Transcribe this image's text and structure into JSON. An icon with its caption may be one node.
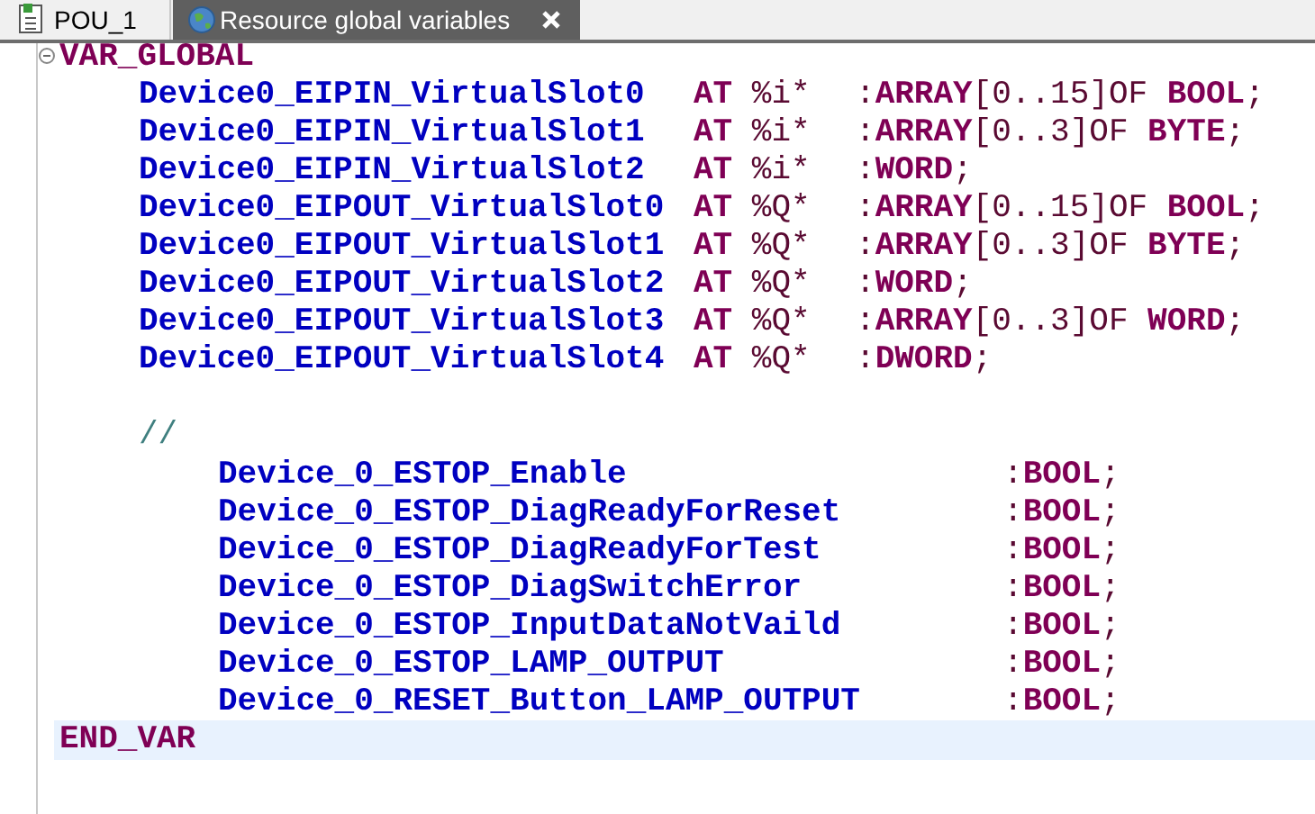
{
  "diagram": {
    "labels": [
      "POU_1",
      "Resource global variables",
      "VAR_GLOBAL",
      "Device0_EIPIN_VirtualSlot0",
      "**AT** %i*",
      ":**ARRAY**[0..15]OF **BOOL**;",
      "Device0_EIPIN_VirtualSlot1",
      "**AT** %i*",
      ":**ARRAY**[0..3]OF **BYTE**;",
      "Device0_EIPIN_VirtualSlot2",
      "**AT** %i*",
      ":**WORD**;",
      "Device0_EIPOUT_VirtualSlot0",
      "**AT** %Q*",
      ":**ARRAY**[0..15]OF **BOOL**;",
      "Device0_EIPOUT_VirtualSlot1",
      "**AT** %Q*",
      ":**ARRAY**[0..3]OF **BYTE**;",
      "Device0_EIPOUT_VirtualSlot2",
      "**AT** %Q*",
      ":**WORD**;",
      "Device0_EIPOUT_VirtualSlot3",
      "**AT** %Q*",
      ":**ARRAY**[0..3]OF **WORD**;",
      "Device0_EIPOUT_VirtualSlot4",
      "**AT** %Q*",
      ":**DWORD**;",
      "//",
      "Device_0_ESTOP_Enable",
      ":**BOOL**;",
      "Device_0_ESTOP_DiagReadyForReset",
      ":**BOOL**;",
      "Device_0_ESTOP_DiagReadyForTest",
      ":**BOOL**;",
      "Device_0_ESTOP_DiagSwitchError",
      ":**BOOL**;",
      "Device_0_ESTOP_InputDataNotVaild",
      ":**BOOL**;",
      "Device_0_ESTOP_LAMP_OUTPUT",
      ":**BOOL**;",
      "Device_0_RESET_Button_LAMP_OUTPUT",
      ":**BOOL**;",
      "END_VAR"
    ]
  }
}
